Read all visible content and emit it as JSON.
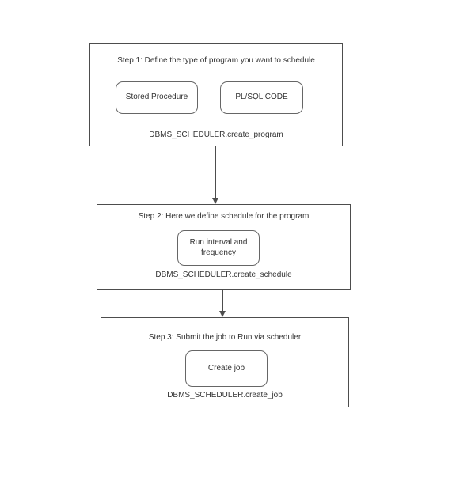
{
  "diagram": {
    "background_color": "#ffffff",
    "stroke_color": "#4d4d4d",
    "node_stroke_color": "#666666",
    "text_color": "#333333",
    "steps": [
      {
        "title": "Step 1: Define the type of program you want to schedule",
        "nodes": [
          "Stored Procedure",
          "PL/SQL CODE"
        ],
        "caption": "DBMS_SCHEDULER.create_program"
      },
      {
        "title": "Step 2: Here we define schedule for the program",
        "nodes": [
          "Run interval and frequency"
        ],
        "caption": "DBMS_SCHEDULER.create_schedule"
      },
      {
        "title": "Step 3: Submit the job to Run via scheduler",
        "nodes": [
          "Create job"
        ],
        "caption": "DBMS_SCHEDULER.create_job"
      }
    ]
  }
}
